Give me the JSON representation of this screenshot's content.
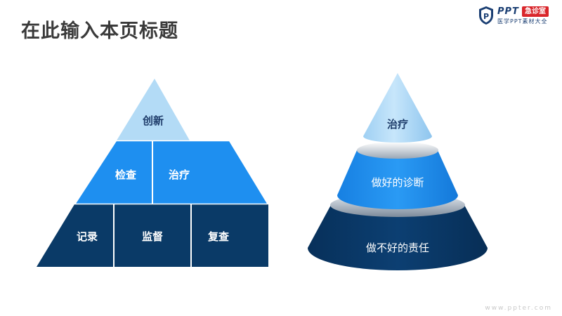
{
  "header": {
    "title": "在此输入本页标题"
  },
  "logo": {
    "brand": "PPT",
    "badge": "急诊室",
    "subtitle": "医学PPT素材大全"
  },
  "watermark": "www.ppter.com",
  "left_pyramid": {
    "top": "创新",
    "middle": [
      "检查",
      "治疗"
    ],
    "bottom": [
      "记录",
      "监督",
      "复查"
    ]
  },
  "right_cone": {
    "top": "治疗",
    "middle": "做好的诊断",
    "bottom": "做不好的责任"
  },
  "colors": {
    "light_blue": "#b3dbf6",
    "mid_blue": "#1e8ff0",
    "dark_blue": "#0a3a67",
    "title_text": "#3a3a3a"
  }
}
